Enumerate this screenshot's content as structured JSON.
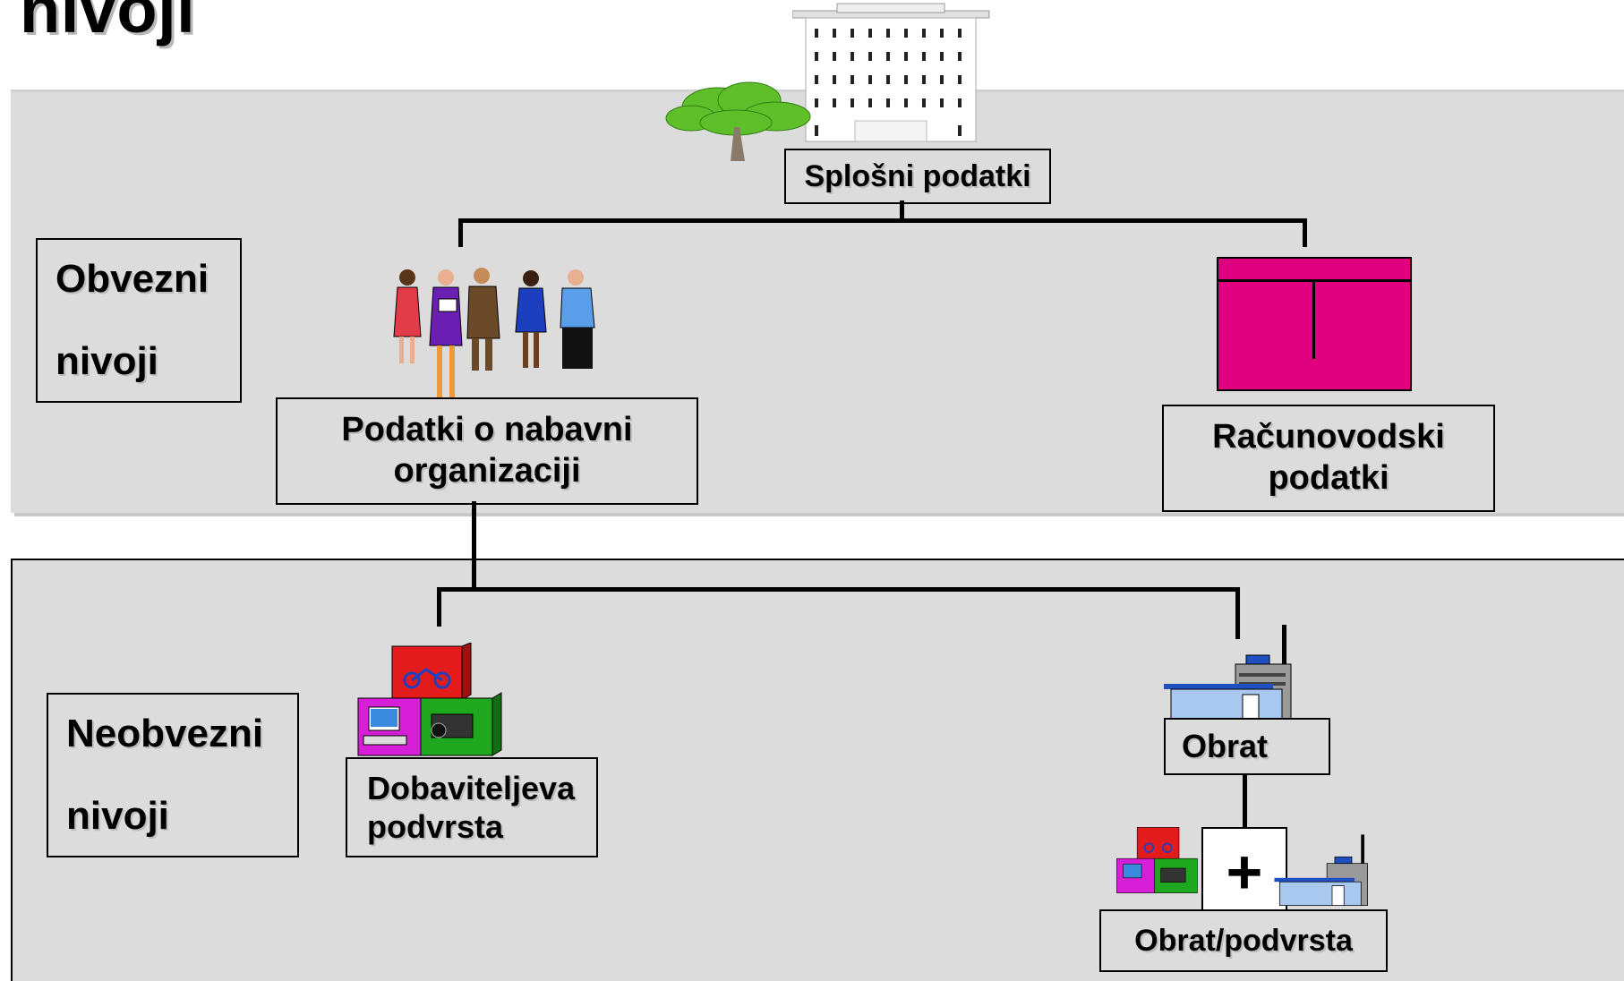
{
  "title": "nivoji",
  "top_band": {
    "levels_label_line1": "Obvezni",
    "levels_label_line2": "nivoji",
    "general_data": "Splošni podatki",
    "purchasing_org_line1": "Podatki o nabavni",
    "purchasing_org_line2": "organizaciji",
    "accounting_line1": "Računovodski",
    "accounting_line2": "podatki"
  },
  "bottom_band": {
    "levels_label_line1": "Neobvezni",
    "levels_label_line2": "nivoji",
    "vendor_subrange_line1": "Dobaviteljeva",
    "vendor_subrange_line2": "podvrsta",
    "plant": "Obrat",
    "plant_subrange": "Obrat/podvrsta",
    "plus_symbol": "+"
  },
  "colors": {
    "band_fill": "#dcdcdc",
    "accounting_block": "#e0007f",
    "tree": "#5fbf2a"
  },
  "icons": [
    "building-icon",
    "tree-icon",
    "people-icon",
    "accounting-ledger-icon",
    "product-boxes-icon",
    "factory-icon"
  ]
}
